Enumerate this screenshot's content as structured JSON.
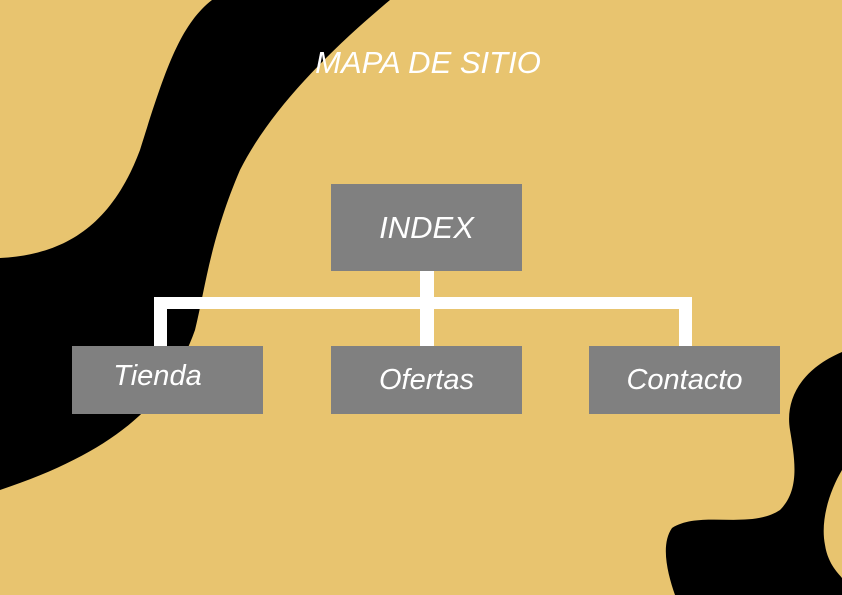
{
  "diagram": {
    "title": "MAPA DE SITIO",
    "root": {
      "label": "INDEX"
    },
    "children": [
      {
        "label": "Tienda"
      },
      {
        "label": "Ofertas"
      },
      {
        "label": "Contacto"
      }
    ]
  },
  "colors": {
    "background": "#E8C46F",
    "blob": "#000000",
    "node_fill": "#808080",
    "text": "#FFFFFF",
    "connector": "#FFFFFF"
  }
}
